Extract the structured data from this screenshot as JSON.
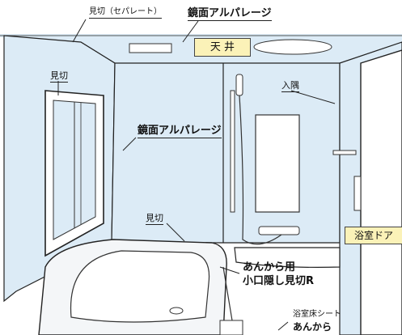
{
  "labels": {
    "mikiri_separate": "見切（セパレート）",
    "kyomen_top": "鏡面アルパレージ",
    "tenjo": "天 井",
    "mikiri_left": "見切",
    "irisumi": "入隅",
    "kyomen_mid": "鏡面アルパレージ",
    "mikiri_bottom": "見切",
    "yokushitsu_door": "浴室ドア",
    "ankara_line1": "あんから用",
    "ankara_line2": "小口隠し見切R",
    "floor_sheet_line1": "浴室床シート",
    "floor_sheet_line2": "あんから"
  },
  "colors": {
    "wall": "#dcebf6",
    "label_box": "#fbf2b8",
    "line": "#222222",
    "tub": "#f4f6f8"
  }
}
